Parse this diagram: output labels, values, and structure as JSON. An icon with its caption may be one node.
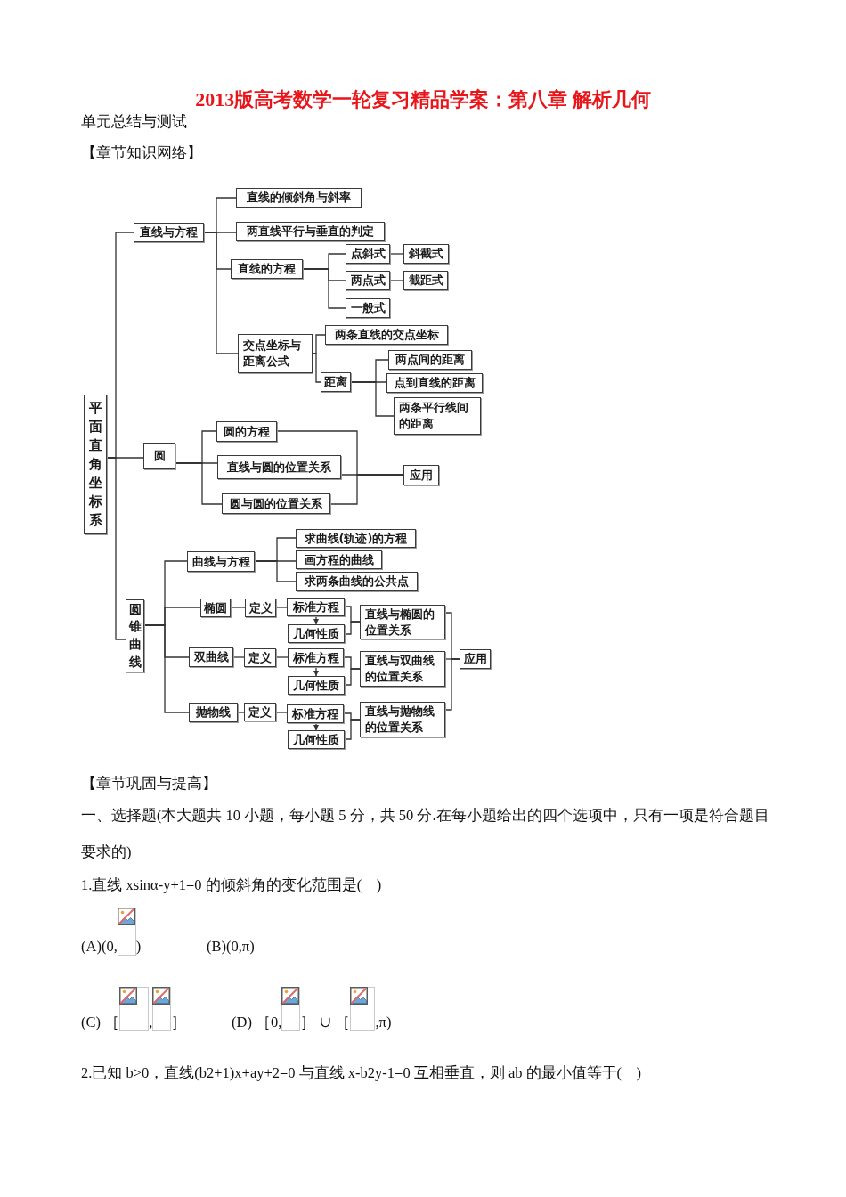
{
  "diagram": {
    "title": "2013版高考数学一轮复习精品学案：第八章 解析几何",
    "nodes": [
      {
        "text": [
          "平面直角坐标系"
        ]
      },
      {
        "text": [
          "直线与方程"
        ]
      },
      {
        "text": [
          "直线的倾斜角与斜率"
        ]
      },
      {
        "text": [
          "两直线平行与垂直的判定"
        ]
      },
      {
        "text": [
          "直线的方程"
        ]
      },
      {
        "text": [
          "点斜式"
        ]
      },
      {
        "text": [
          "斜截式"
        ]
      },
      {
        "text": [
          "两点式"
        ]
      },
      {
        "text": [
          "截距式"
        ]
      },
      {
        "text": [
          "一般式"
        ]
      },
      {
        "text": [
          "交点坐标与距离公式"
        ]
      },
      {
        "text": [
          "两条直线的交点坐标"
        ]
      },
      {
        "text": [
          "距离"
        ]
      },
      {
        "text": [
          "两点间的距离"
        ]
      },
      {
        "text": [
          "点到直线的距离"
        ]
      },
      {
        "text": [
          "两条平行线间的距离"
        ]
      },
      {
        "text": [
          "圆"
        ]
      },
      {
        "text": [
          "圆的方程"
        ]
      },
      {
        "text": [
          "直线与圆的位置关系"
        ]
      },
      {
        "text": [
          "圆与圆的位置关系"
        ]
      },
      {
        "text": [
          "应用"
        ]
      },
      {
        "text": [
          "圆锥曲线"
        ]
      },
      {
        "text": [
          "曲线与方程"
        ]
      },
      {
        "text": [
          "求曲线(轨迹)的方程"
        ]
      },
      {
        "text": [
          "画方程的曲线"
        ]
      },
      {
        "text": [
          "求两条曲线的公共点"
        ]
      },
      {
        "text": [
          "椭圆"
        ]
      },
      {
        "text": [
          "定义"
        ]
      },
      {
        "text": [
          "标准方程"
        ]
      },
      {
        "text": [
          "几何性质"
        ]
      },
      {
        "text": [
          "直线与椭圆的位置关系"
        ]
      },
      {
        "text": [
          "双曲线"
        ]
      },
      {
        "text": [
          "定义"
        ]
      },
      {
        "text": [
          "标准方程"
        ]
      },
      {
        "text": [
          "几何性质"
        ]
      },
      {
        "text": [
          "直线与双曲线的位置关系"
        ]
      },
      {
        "text": [
          "抛物线"
        ]
      },
      {
        "text": [
          "定义"
        ]
      },
      {
        "text": [
          "标准方程"
        ]
      },
      {
        "text": [
          "几何性质"
        ]
      },
      {
        "text": [
          "直线与抛物线的位置关系"
        ]
      },
      {
        "text": [
          "应用"
        ]
      }
    ],
    "edges": [
      {
        "from": 0,
        "to": 1,
        "arrow": "none"
      },
      {
        "from": 0,
        "to": 16,
        "arrow": "none"
      },
      {
        "from": 0,
        "to": 21,
        "arrow": "none"
      },
      {
        "from": 1,
        "to": 2,
        "arrow": "none"
      },
      {
        "from": 1,
        "to": 3,
        "arrow": "none"
      },
      {
        "from": 1,
        "to": 4,
        "arrow": "none"
      },
      {
        "from": 1,
        "to": 10,
        "arrow": "none"
      },
      {
        "from": 4,
        "to": 5,
        "arrow": "none"
      },
      {
        "from": 4,
        "to": 7,
        "arrow": "none"
      },
      {
        "from": 4,
        "to": 9,
        "arrow": "none"
      },
      {
        "from": 5,
        "to": 6,
        "arrow": "none"
      },
      {
        "from": 7,
        "to": 8,
        "arrow": "none"
      },
      {
        "from": 10,
        "to": 11,
        "arrow": "none"
      },
      {
        "from": 10,
        "to": 12,
        "arrow": "none"
      },
      {
        "from": 12,
        "to": 13,
        "arrow": "none"
      },
      {
        "from": 12,
        "to": 14,
        "arrow": "none"
      },
      {
        "from": 12,
        "to": 15,
        "arrow": "none"
      },
      {
        "from": 16,
        "to": 17,
        "arrow": "none"
      },
      {
        "from": 16,
        "to": 18,
        "arrow": "none"
      },
      {
        "from": 16,
        "to": 19,
        "arrow": "none"
      },
      {
        "from": 17,
        "to": 20,
        "arrow": "none"
      },
      {
        "from": 18,
        "to": 20,
        "arrow": "none"
      },
      {
        "from": 19,
        "to": 20,
        "arrow": "none"
      },
      {
        "from": 21,
        "to": 22,
        "arrow": "none"
      },
      {
        "from": 21,
        "to": 26,
        "arrow": "none"
      },
      {
        "from": 21,
        "to": 31,
        "arrow": "none"
      },
      {
        "from": 21,
        "to": 36,
        "arrow": "none"
      },
      {
        "from": 22,
        "to": 23,
        "arrow": "none"
      },
      {
        "from": 22,
        "to": 24,
        "arrow": "none"
      },
      {
        "from": 22,
        "to": 25,
        "arrow": "none"
      },
      {
        "from": 26,
        "to": 27,
        "arrow": "none"
      },
      {
        "from": 27,
        "to": 28,
        "arrow": "none"
      },
      {
        "from": 28,
        "to": 29,
        "arrow": "to"
      },
      {
        "from": 28,
        "to": 30,
        "arrow": "none"
      },
      {
        "from": 29,
        "to": 30,
        "arrow": "none"
      },
      {
        "from": 31,
        "to": 32,
        "arrow": "none"
      },
      {
        "from": 32,
        "to": 33,
        "arrow": "none"
      },
      {
        "from": 33,
        "to": 34,
        "arrow": "to"
      },
      {
        "from": 33,
        "to": 35,
        "arrow": "none"
      },
      {
        "from": 34,
        "to": 35,
        "arrow": "none"
      },
      {
        "from": 36,
        "to": 37,
        "arrow": "none"
      },
      {
        "from": 37,
        "to": 38,
        "arrow": "none"
      },
      {
        "from": 38,
        "to": 39,
        "arrow": "to"
      },
      {
        "from": 38,
        "to": 40,
        "arrow": "none"
      },
      {
        "from": 39,
        "to": 40,
        "arrow": "none"
      },
      {
        "from": 30,
        "to": 41,
        "arrow": "none"
      },
      {
        "from": 35,
        "to": 41,
        "arrow": "none"
      },
      {
        "from": 40,
        "to": 41,
        "arrow": "none"
      }
    ],
    "labels": [
      "单元总结与测试",
      "【章节知识网络】",
      "【章节巩固与提高】",
      "一、选择题(本大题共 10 小题，每小题 5 分，共 50 分.在每小题给出的四个选项中，只有一项是符合题目要求的)",
      "1.直线 xsinα-y+1=0 的倾斜角的变化范围是(    )",
      "(A)(0,",
      ")",
      "(B)(0,π)",
      "(C) ［",
      ",",
      "］",
      "(D) ［0,",
      "］ ∪ ［",
      ",π)",
      "2.已知 b>0，直线(b2+1)x+ay+2=0 与直线 x-b2y-1=0 互相垂直，则 ab 的最小值等于(    )"
    ]
  }
}
